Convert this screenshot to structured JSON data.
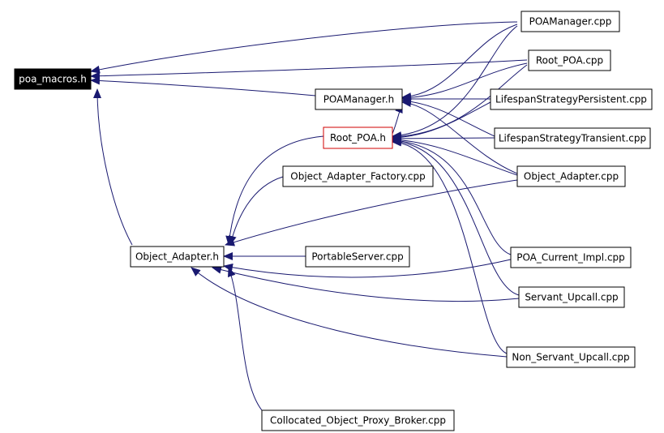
{
  "colors": {
    "edge": "#191970",
    "node_border": "#000000",
    "highlight_border": "#d00000",
    "root_fill": "#000000",
    "root_text": "#ffffff"
  },
  "nodes": {
    "poa_macros_h": "poa_macros.h",
    "poamanager_h": "POAManager.h",
    "root_poa_h": "Root_POA.h",
    "object_adapter_h": "Object_Adapter.h",
    "poamanager_cpp": "POAManager.cpp",
    "root_poa_cpp": "Root_POA.cpp",
    "lifespan_persistent_cpp": "LifespanStrategyPersistent.cpp",
    "lifespan_transient_cpp": "LifespanStrategyTransient.cpp",
    "object_adapter_cpp": "Object_Adapter.cpp",
    "object_adapter_factory_cpp": "Object_Adapter_Factory.cpp",
    "portableserver_cpp": "PortableServer.cpp",
    "poa_current_impl_cpp": "POA_Current_Impl.cpp",
    "servant_upcall_cpp": "Servant_Upcall.cpp",
    "non_servant_upcall_cpp": "Non_Servant_Upcall.cpp",
    "collocated_object_proxy_broker_cpp": "Collocated_Object_Proxy_Broker.cpp"
  }
}
